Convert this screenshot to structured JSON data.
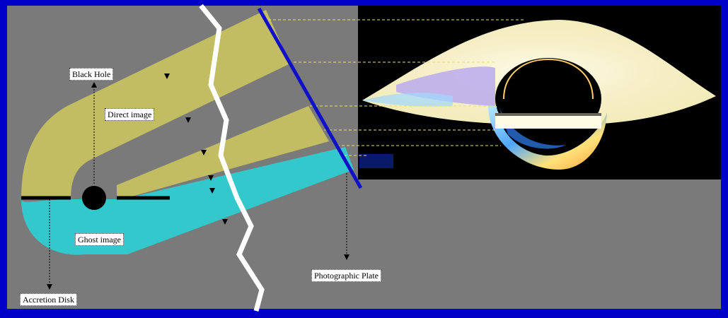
{
  "labels": {
    "black_hole": "Black Hole",
    "direct_image": "Direct image",
    "ghost_image": "Ghost image",
    "accretion_disk": "Accretion Disk",
    "photographic_plate": "Photographic Plate"
  },
  "colors": {
    "frame": "#0000c8",
    "background_gray": "#7a7a7a",
    "direct_path": "#c2bd62",
    "ghost_path": "#32c8cc",
    "plate": "#1010c8",
    "black_panel": "#000000",
    "crack": "#ffffff",
    "guide_lines": "#e8e070"
  }
}
